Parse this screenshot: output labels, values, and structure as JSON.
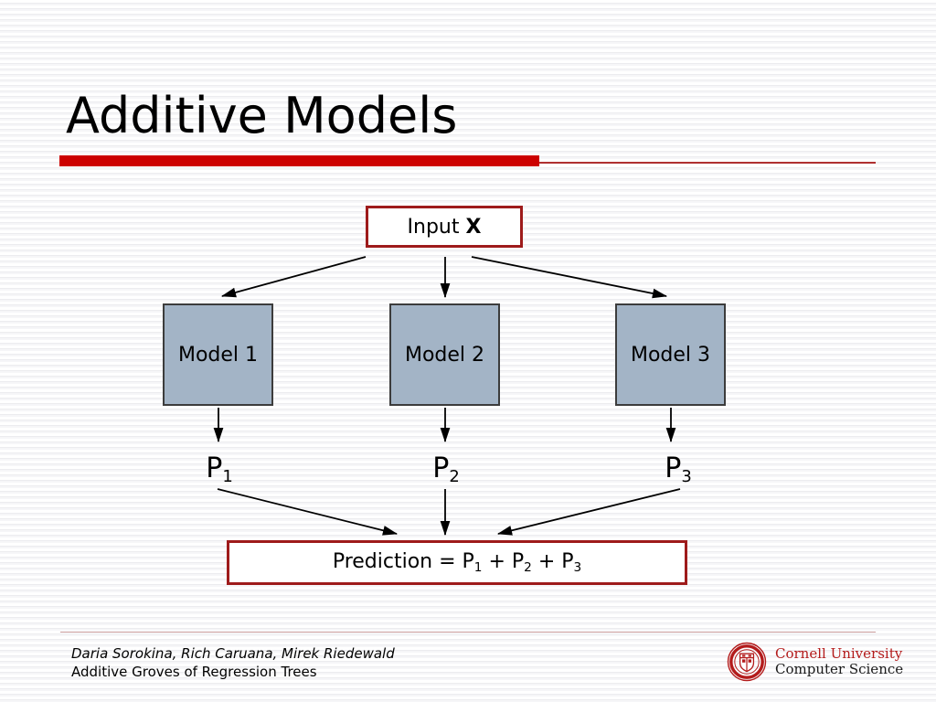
{
  "slide": {
    "title": "Additive Models",
    "accent_color": "#cc0000",
    "accent_dark": "#9e1b1b",
    "box_fill": "#a3b4c6",
    "background": "#ffffff"
  },
  "diagram": {
    "input": {
      "label_prefix": "Input ",
      "label_bold": "X"
    },
    "models": [
      {
        "label": "Model 1"
      },
      {
        "label": "Model 2"
      },
      {
        "label": "Model 3"
      }
    ],
    "predictions": [
      {
        "base": "P",
        "sub": "1"
      },
      {
        "base": "P",
        "sub": "2"
      },
      {
        "base": "P",
        "sub": "3"
      }
    ],
    "result": {
      "prefix": "Prediction = P",
      "sub1": "1",
      "mid1": " + P",
      "sub2": "2",
      "mid2": " + P",
      "sub3": "3"
    }
  },
  "footer": {
    "authors": "Daria Sorokina, Rich Caruana, Mirek Riedewald",
    "subtitle": "Additive Groves of Regression Trees"
  },
  "logo": {
    "line1": "Cornell University",
    "line2": "Computer Science",
    "seal_color": "#b31b1b"
  }
}
